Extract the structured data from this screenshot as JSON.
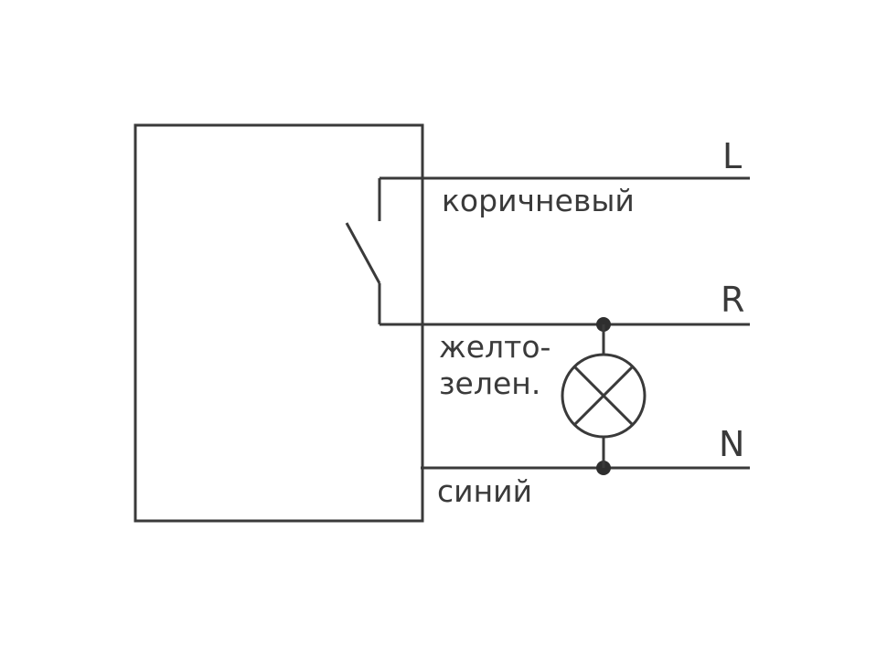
{
  "diagram": {
    "type": "wiring-schematic",
    "stroke_color": "#3a3a3a",
    "background_color": "#ffffff",
    "labels": {
      "brown_wire": "коричневый",
      "yellow_green_line1": "желто-",
      "yellow_green_line2": "зелен.",
      "blue_wire": "синий"
    },
    "terminals": {
      "L": "L",
      "R": "R",
      "N": "N"
    }
  }
}
